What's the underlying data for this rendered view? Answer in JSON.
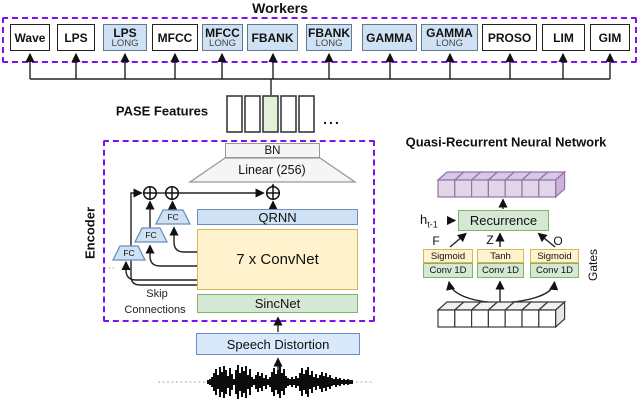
{
  "workers": {
    "title": "Workers",
    "items": [
      {
        "label": "Wave",
        "highlight": false
      },
      {
        "label": "LPS",
        "highlight": false
      },
      {
        "label": "LPS",
        "sub": "LONG",
        "highlight": true
      },
      {
        "label": "MFCC",
        "highlight": false
      },
      {
        "label": "MFCC",
        "sub": "LONG",
        "highlight": true
      },
      {
        "label": "FBANK",
        "highlight": true
      },
      {
        "label": "FBANK",
        "sub": "LONG",
        "highlight": true
      },
      {
        "label": "GAMMA",
        "highlight": true
      },
      {
        "label": "GAMMA",
        "sub": "LONG",
        "highlight": true
      },
      {
        "label": "PROSO",
        "highlight": false
      },
      {
        "label": "LIM",
        "highlight": false
      },
      {
        "label": "GIM",
        "highlight": false
      }
    ]
  },
  "pase": {
    "label": "PASE Features",
    "ellipsis": "...",
    "cells": 5,
    "highlight_index": 2
  },
  "encoder": {
    "label": "Encoder",
    "bn": "BN",
    "linear": "Linear (256)",
    "qrnn": "QRNN",
    "convnet": "7 x ConvNet",
    "sincnet": "SincNet",
    "fc": "FC",
    "skip_line1": "Skip",
    "skip_line2": "Connections",
    "ellipsis": "..."
  },
  "speech_distortion": {
    "label": "Speech Distortion"
  },
  "qrnn_detail": {
    "title": "Quasi-Recurrent Neural Network",
    "recurrence": "Recurrence",
    "h_base": "h",
    "h_sub": "t-1",
    "gate_f": "F",
    "gate_z": "Z",
    "gate_o": "O",
    "gates_label": "Gates",
    "columns": [
      {
        "top": "Sigmoid",
        "bottom": "Conv 1D"
      },
      {
        "top": "Tanh",
        "bottom": "Conv 1D"
      },
      {
        "top": "Sigmoid",
        "bottom": "Conv 1D"
      }
    ],
    "output_cells": 7,
    "input_cells": 7
  },
  "colors": {
    "purple_dash": "#7d12f0",
    "worker_blue": "#cfe2f3",
    "blue_fill": "#dae8fc",
    "blue_border": "#6c8ebf",
    "yellow_fill": "#fff2cc",
    "yellow_border": "#d6b656",
    "green_fill": "#d5e8d4",
    "green_border": "#82b366",
    "lavender_fill": "#e1d5e7",
    "lavender_border": "#9673a6",
    "gray_fill": "#f5f5f5",
    "pase_green": "#e3f0da"
  }
}
